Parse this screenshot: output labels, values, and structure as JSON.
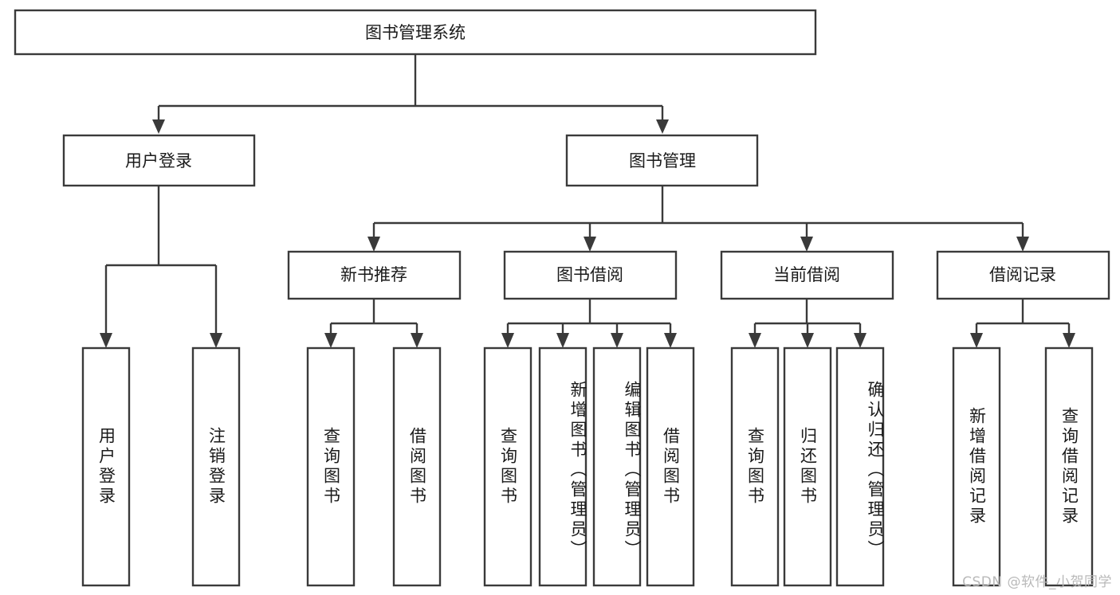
{
  "diagram": {
    "title": "图书管理系统",
    "type": "hierarchy-tree",
    "orientation": "top-down",
    "box_fill": "#ffffff",
    "box_stroke": "#3a3a3a",
    "text_color": "#1a1a1a"
  },
  "root": {
    "label": "图书管理系统"
  },
  "level2": [
    {
      "label": "用户登录"
    },
    {
      "label": "图书管理"
    }
  ],
  "level3": [
    {
      "label": "新书推荐"
    },
    {
      "label": "图书借阅"
    },
    {
      "label": "当前借阅"
    },
    {
      "label": "借阅记录"
    }
  ],
  "leaves": {
    "user_login": [
      {
        "label": "用户登录"
      },
      {
        "label": "注销登录"
      }
    ],
    "new_book_recommend": [
      {
        "label": "查询图书"
      },
      {
        "label": "借阅图书"
      }
    ],
    "book_borrow": [
      {
        "label": "查询图书"
      },
      {
        "label": "新增图书（管理员）"
      },
      {
        "label": "编辑图书（管理员）"
      },
      {
        "label": "借阅图书"
      }
    ],
    "current_borrow": [
      {
        "label": "查询图书"
      },
      {
        "label": "归还图书"
      },
      {
        "label": "确认归还（管理员）"
      }
    ],
    "borrow_record": [
      {
        "label": "新增借阅记录"
      },
      {
        "label": "查询借阅记录"
      }
    ]
  },
  "watermark": {
    "text": "CSDN @软件_小贺同学"
  }
}
